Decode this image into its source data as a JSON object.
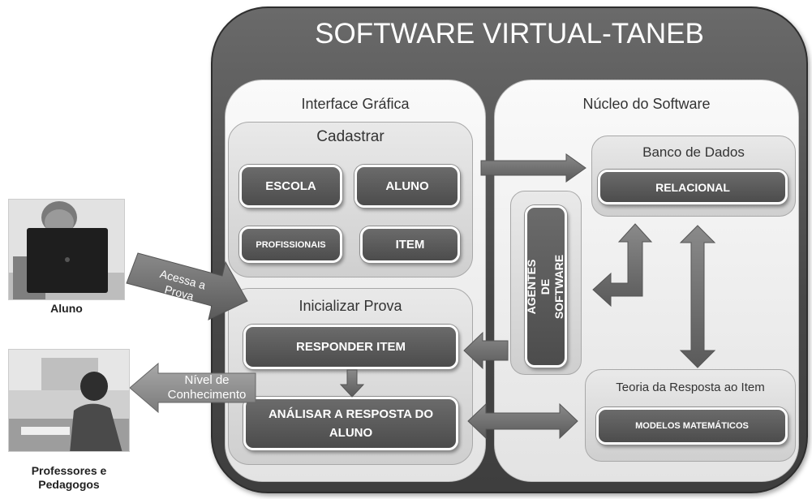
{
  "title": "SOFTWARE VIRTUAL-TANEB",
  "interface": {
    "title": "Interface Gráfica",
    "cadastrar": {
      "title": "Cadastrar",
      "escola": "ESCOLA",
      "aluno": "ALUNO",
      "profissionais": "PROFISSIONAIS",
      "item": "ITEM"
    },
    "prova": {
      "title": "Inicializar Prova",
      "responder": "RESPONDER ITEM",
      "analisar": "ANÁLISAR A RESPOSTA DO ALUNO"
    }
  },
  "nucleo": {
    "title": "Núcleo do Software",
    "banco": {
      "title": "Banco de Dados",
      "relacional": "RELACIONAL"
    },
    "agentes": "AGENTES DE SOFTWARE",
    "teoria": {
      "title": "Teoria da Resposta ao Item",
      "modelos": "MODELOS MATEMÁTICOS"
    }
  },
  "actors": {
    "aluno": "Aluno",
    "professores": "Professores e Pedagogos"
  },
  "arrows": {
    "acessa": "Acessa a Prova",
    "nivel": "Nível de Conhecimento"
  }
}
